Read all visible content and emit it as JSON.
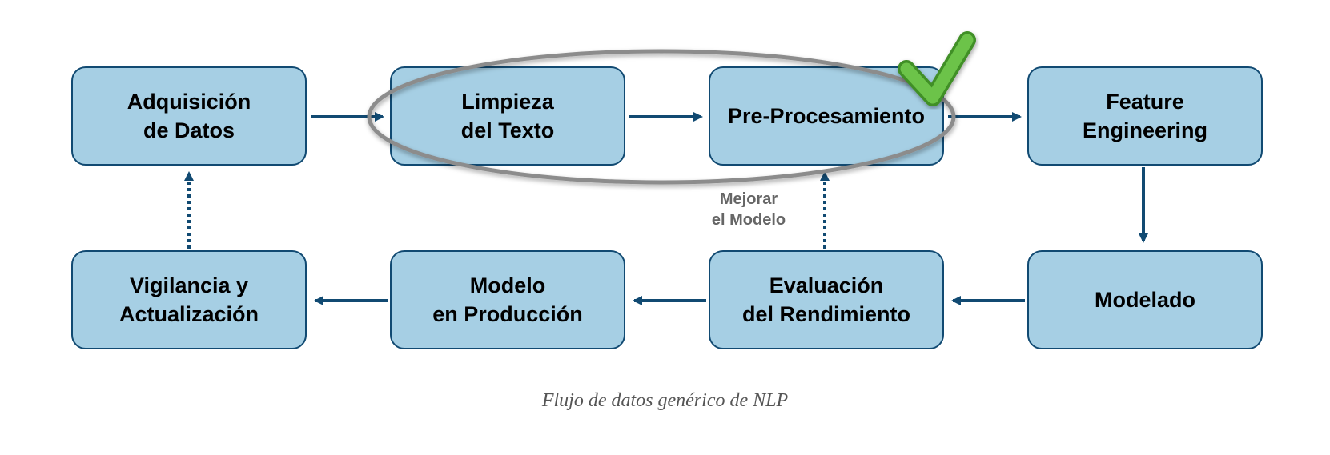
{
  "nodes": {
    "adquisicion": {
      "line1": "Adquisición",
      "line2": "de Datos"
    },
    "limpieza": {
      "line1": "Limpieza",
      "line2": "del Texto"
    },
    "preprocesamiento": {
      "line1": "Pre-Procesamiento"
    },
    "feature": {
      "line1": "Feature",
      "line2": "Engineering"
    },
    "vigilancia": {
      "line1": "Vigilancia y",
      "line2": "Actualización"
    },
    "produccion": {
      "line1": "Modelo",
      "line2": "en Producción"
    },
    "evaluacion": {
      "line1": "Evaluación",
      "line2": "del Rendimiento"
    },
    "modelado": {
      "line1": "Modelado"
    }
  },
  "feedback_label": {
    "line1": "Mejorar",
    "line2": "el Modelo"
  },
  "caption": "Flujo de datos genérico de NLP",
  "colors": {
    "box_fill": "#a6cfe4",
    "box_border": "#114a72",
    "arrow": "#114a72",
    "highlight_ellipse": "#8c8c8c",
    "check": "#5db83a"
  },
  "highlight": {
    "target": "Pre-Procesamiento",
    "icon": "checkmark-icon"
  }
}
